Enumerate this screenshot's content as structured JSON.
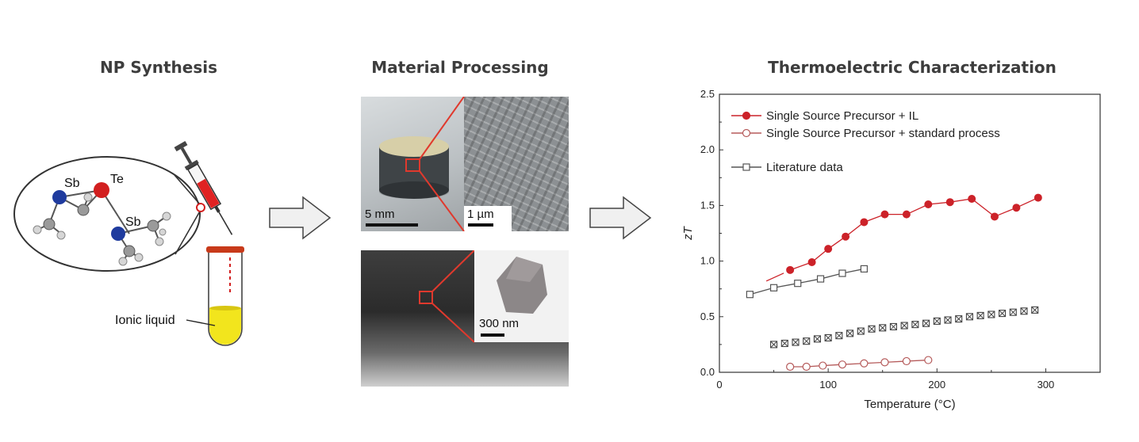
{
  "panels": {
    "synthesis": {
      "title": "NP Synthesis",
      "atoms": {
        "sb1": "Sb",
        "te": "Te",
        "sb2": "Sb"
      },
      "tube_label": "Ionic liquid"
    },
    "processing": {
      "title": "Material Processing",
      "scale_pellet": "5 mm",
      "scale_sem": "1 µm",
      "scale_inset": "300 nm"
    },
    "characterization": {
      "title": "Thermoelectric Characterization"
    }
  },
  "colors": {
    "series_il": "#cc2229",
    "series_std": "#b55a5a",
    "series_lit": "#555555",
    "arrow_fill": "#f0f0f0",
    "zoom_line": "#e0392d",
    "sb_atom": "#1f3b9e",
    "te_atom": "#d21f1f",
    "liquid": "#f2e51d"
  },
  "chart_data": {
    "type": "scatter",
    "xlabel": "Temperature (°C)",
    "ylabel": "zT",
    "xlim": [
      0,
      350
    ],
    "ylim": [
      0,
      2.5
    ],
    "xticks": [
      0,
      100,
      200,
      300
    ],
    "yticks": [
      0.0,
      0.5,
      1.0,
      1.5,
      2.0,
      2.5
    ],
    "ytick_labels": [
      "0.0",
      "0.5",
      "1.0",
      "1.5",
      "2.0",
      "2.5"
    ],
    "grid": false,
    "legend_position": "top-left",
    "series": [
      {
        "name": "Single Source Precursor + IL",
        "marker": "filled-circle",
        "x": [
          65,
          85,
          100,
          116,
          133,
          152,
          172,
          192,
          212,
          232,
          253,
          273,
          293
        ],
        "y": [
          0.92,
          0.99,
          1.11,
          1.22,
          1.35,
          1.42,
          1.42,
          1.51,
          1.53,
          1.56,
          1.4,
          1.48,
          1.57
        ]
      },
      {
        "name": "Single Source Precursor + standard process",
        "marker": "open-circle",
        "x": [
          65,
          80,
          95,
          113,
          133,
          152,
          172,
          192
        ],
        "y": [
          0.05,
          0.05,
          0.06,
          0.07,
          0.08,
          0.09,
          0.1,
          0.11
        ]
      },
      {
        "name": "Literature data",
        "marker": "open-square",
        "x": [
          28,
          50,
          72,
          93,
          113,
          133
        ],
        "y": [
          0.7,
          0.76,
          0.8,
          0.84,
          0.89,
          0.93
        ]
      },
      {
        "name": "",
        "marker": "crossed-square",
        "x": [
          50,
          60,
          70,
          80,
          90,
          100,
          110,
          120,
          130,
          140,
          150,
          160,
          170,
          180,
          190,
          200,
          210,
          220,
          230,
          240,
          250,
          260,
          270,
          280,
          290
        ],
        "y": [
          0.25,
          0.26,
          0.27,
          0.28,
          0.3,
          0.31,
          0.33,
          0.35,
          0.37,
          0.39,
          0.4,
          0.41,
          0.42,
          0.43,
          0.44,
          0.46,
          0.47,
          0.48,
          0.5,
          0.51,
          0.52,
          0.53,
          0.54,
          0.55,
          0.56
        ]
      }
    ]
  }
}
